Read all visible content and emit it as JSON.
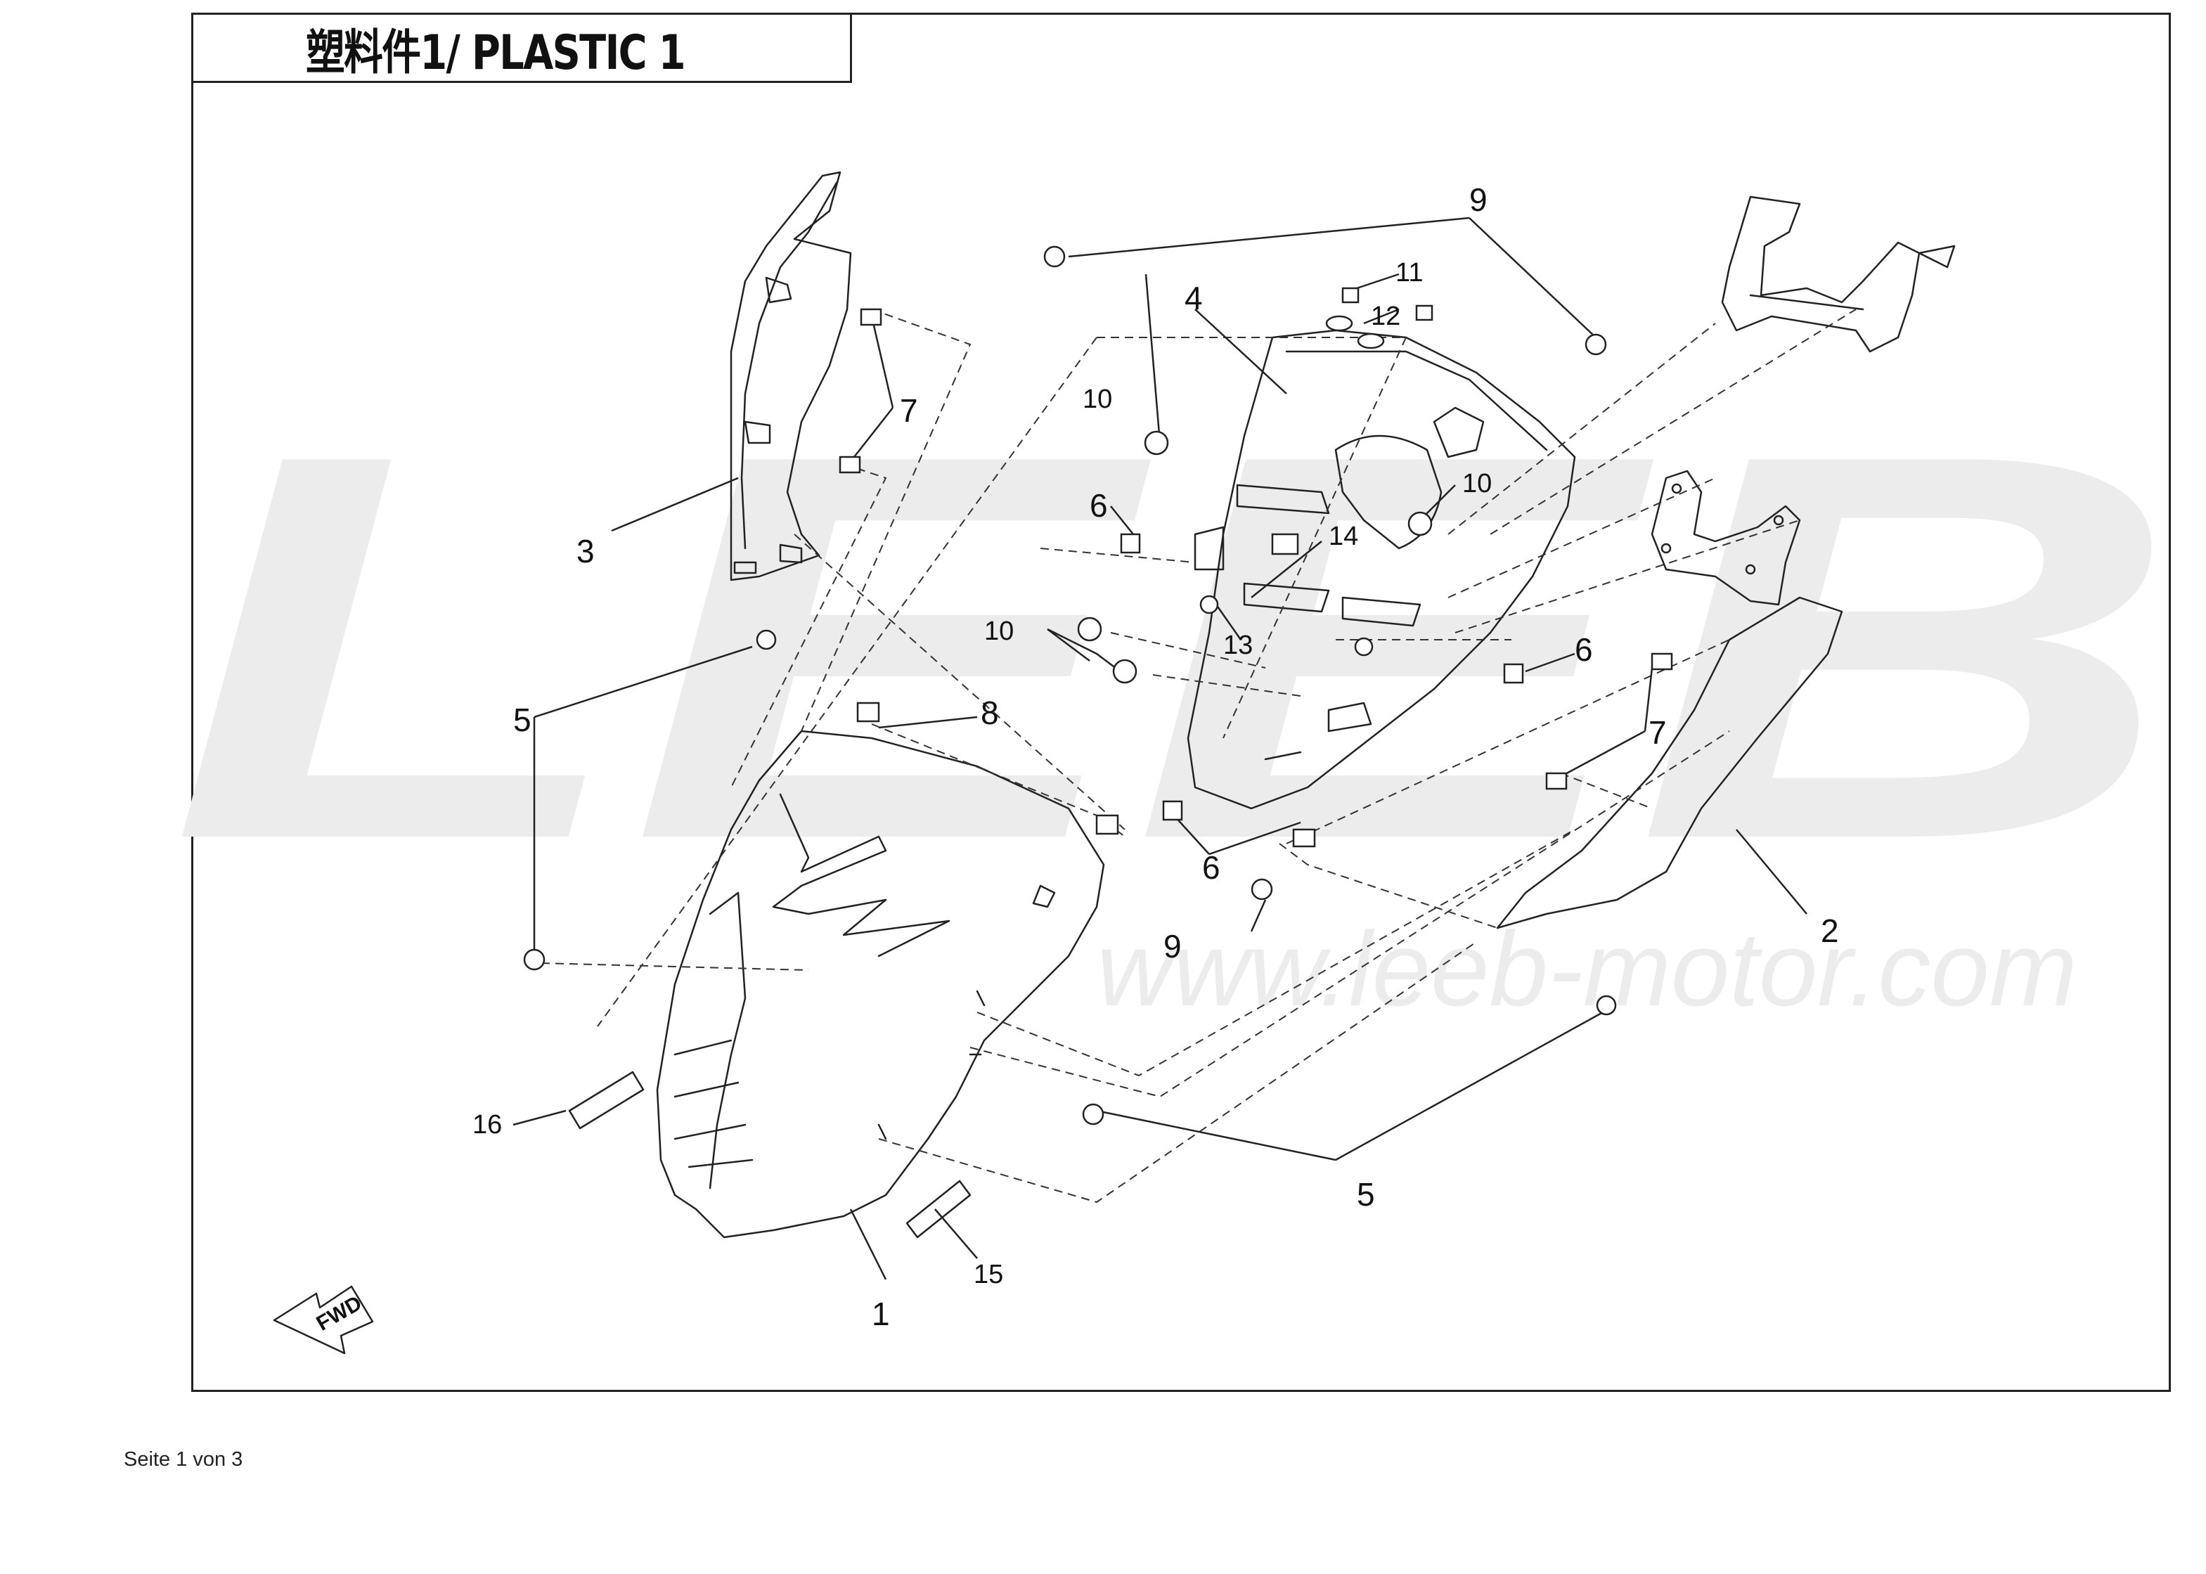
{
  "title": "塑料件1/ PLASTIC 1",
  "watermark": {
    "brand": "LEEB",
    "url": "www.leeb-motor.com"
  },
  "callouts": {
    "c1": "1",
    "c2": "2",
    "c3": "3",
    "c4": "4",
    "c5a": "5",
    "c5b": "5",
    "c6a": "6",
    "c6b": "6",
    "c6c": "6",
    "c7a": "7",
    "c7b": "7",
    "c8": "8",
    "c9a": "9",
    "c9b": "9",
    "c10a": "10",
    "c10b": "10",
    "c10c": "10",
    "c11": "11",
    "c12": "12",
    "c13": "13",
    "c14": "14",
    "c15": "15",
    "c16": "16"
  },
  "fwd_label": "FWD",
  "footer": "Seite 1 von 3",
  "colors": {
    "line": "#222222",
    "watermark": "#ececec"
  }
}
